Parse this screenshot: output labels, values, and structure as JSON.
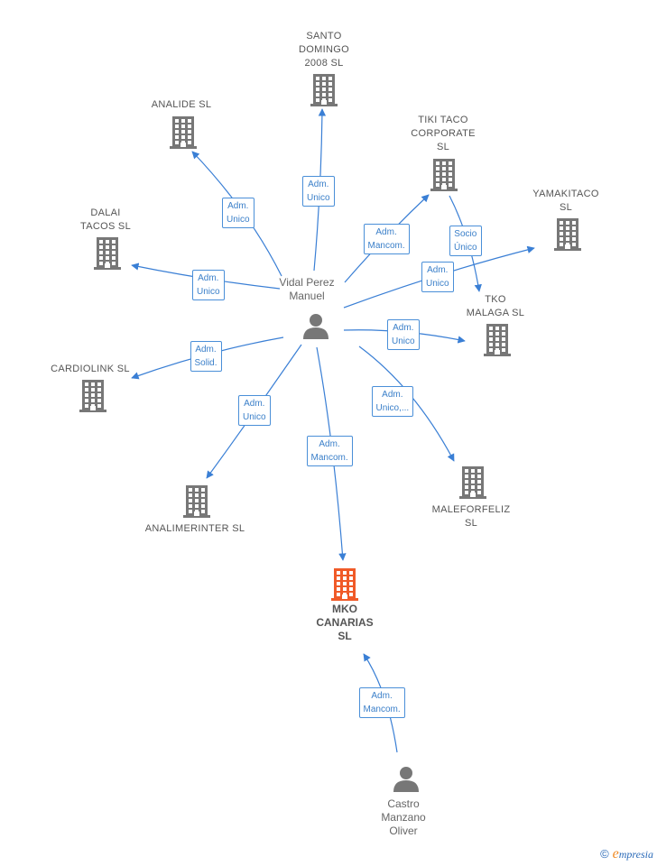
{
  "footer": {
    "copyright": "©",
    "brand_initial": "e",
    "brand_rest": "mpresia"
  },
  "colors": {
    "edge": "#3a7fd5",
    "building": "#777777",
    "focus_building": "#f05a28",
    "person": "#777777"
  },
  "nodes": [
    {
      "id": "santo",
      "type": "company",
      "label": "SANTO\nDOMINGO\n2008  SL"
    },
    {
      "id": "analide",
      "type": "company",
      "label": "ANALIDE  SL"
    },
    {
      "id": "tiki",
      "type": "company",
      "label": "TIKI TACO\nCORPORATE\nSL"
    },
    {
      "id": "yamakitaco",
      "type": "company",
      "label": "YAMAKITACO\nSL"
    },
    {
      "id": "dalai",
      "type": "company",
      "label": "DALAI\nTACOS  SL"
    },
    {
      "id": "tko",
      "type": "company",
      "label": "TKO\nMALAGA  SL"
    },
    {
      "id": "cardiolink",
      "type": "company",
      "label": "CARDIOLINK SL"
    },
    {
      "id": "maleforfeliz",
      "type": "company",
      "label": "MALEFORFELIZ\nSL"
    },
    {
      "id": "analimerinter",
      "type": "company",
      "label": "ANALIMERINTER SL"
    },
    {
      "id": "mko",
      "type": "focus",
      "label": "MKO\nCANARIAS\nSL"
    },
    {
      "id": "vidal",
      "type": "person",
      "label": "Vidal Perez\nManuel"
    },
    {
      "id": "castro",
      "type": "person",
      "label": "Castro\nManzano\nOliver"
    }
  ],
  "edges": [
    {
      "id": "vidal-santo",
      "label": "Adm.\nUnico"
    },
    {
      "id": "vidal-analide",
      "label": "Adm.\nUnico"
    },
    {
      "id": "vidal-tiki",
      "label": "Adm.\nMancom."
    },
    {
      "id": "tiki-tko",
      "label": "Socio\nÚnico"
    },
    {
      "id": "vidal-yamakitaco",
      "label": "Adm.\nUnico"
    },
    {
      "id": "vidal-dalai",
      "label": "Adm.\nUnico"
    },
    {
      "id": "vidal-tko",
      "label": "Adm.\nUnico"
    },
    {
      "id": "vidal-cardiolink",
      "label": "Adm.\nSolid."
    },
    {
      "id": "vidal-maleforfeliz",
      "label": "Adm.\nUnico,..."
    },
    {
      "id": "vidal-analimerinter",
      "label": "Adm.\nUnico"
    },
    {
      "id": "vidal-mko",
      "label": "Adm.\nMancom."
    },
    {
      "id": "castro-mko",
      "label": "Adm.\nMancom."
    }
  ]
}
